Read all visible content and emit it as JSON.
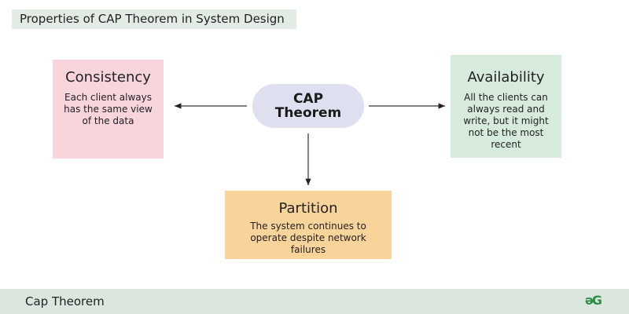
{
  "title": "Properties of CAP Theorem in System Design",
  "center": {
    "line1": "CAP",
    "line2": "Theorem"
  },
  "nodes": {
    "consistency": {
      "heading": "Consistency",
      "description": "Each client always has the same view of the data"
    },
    "availability": {
      "heading": "Availability",
      "description": "All the clients can always read and write, but it might not be the most recent"
    },
    "partition": {
      "heading": "Partition",
      "description": "The system continues to operate despite network failures"
    }
  },
  "footer": {
    "label": "Cap Theorem",
    "logo": "əG"
  },
  "colors": {
    "consistency": "#f8d5dc",
    "availability": "#d7ebdc",
    "partition": "#f8d39a",
    "center": "#dfe0ef",
    "brand": "#2f8d46"
  }
}
